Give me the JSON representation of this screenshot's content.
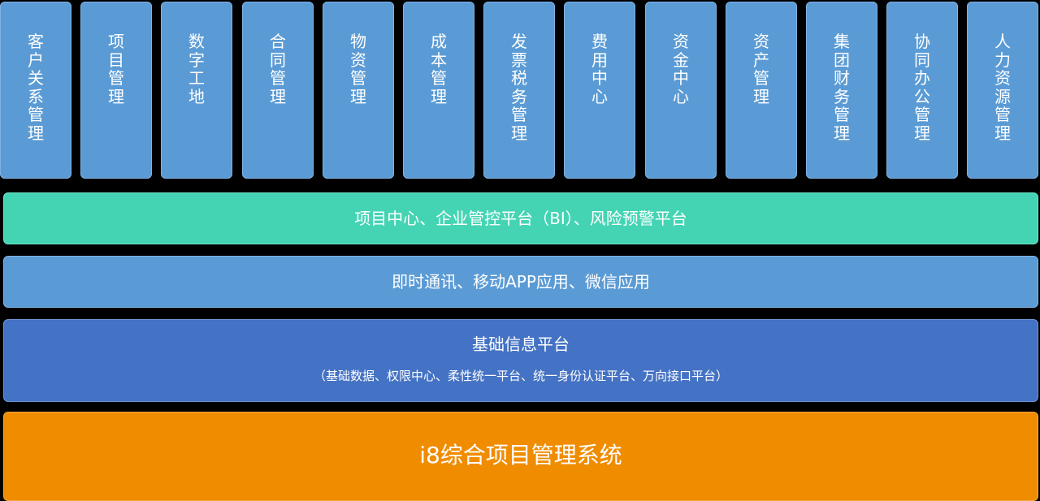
{
  "modules": [
    {
      "label": "客户关系管理"
    },
    {
      "label": "项目管理"
    },
    {
      "label": "数字工地"
    },
    {
      "label": "合同管理"
    },
    {
      "label": "物资管理"
    },
    {
      "label": "成本管理"
    },
    {
      "label": "发票税务管理"
    },
    {
      "label": "费用中心"
    },
    {
      "label": "资金中心"
    },
    {
      "label": "资产管理"
    },
    {
      "label": "集团财务管理"
    },
    {
      "label": "协同办公管理"
    },
    {
      "label": "人力资源管理"
    }
  ],
  "layers": {
    "bi": "项目中心、企业管控平台（BI）、风险预警平台",
    "mobile": "即时通讯、移动APP应用、微信应用",
    "base": {
      "title": "基础信息平台",
      "subtitle": "（基础数据、权限中心、柔性统一平台、统一身份认证平台、万向接口平台）"
    },
    "system": "i8综合项目管理系统"
  },
  "colors": {
    "background": "#000000",
    "module": "#5b9bd5",
    "bi_layer": "#44d4b4",
    "mobile_layer": "#5b9bd5",
    "base_layer": "#4472c4",
    "system_layer": "#f08c00",
    "text": "#ffffff"
  }
}
